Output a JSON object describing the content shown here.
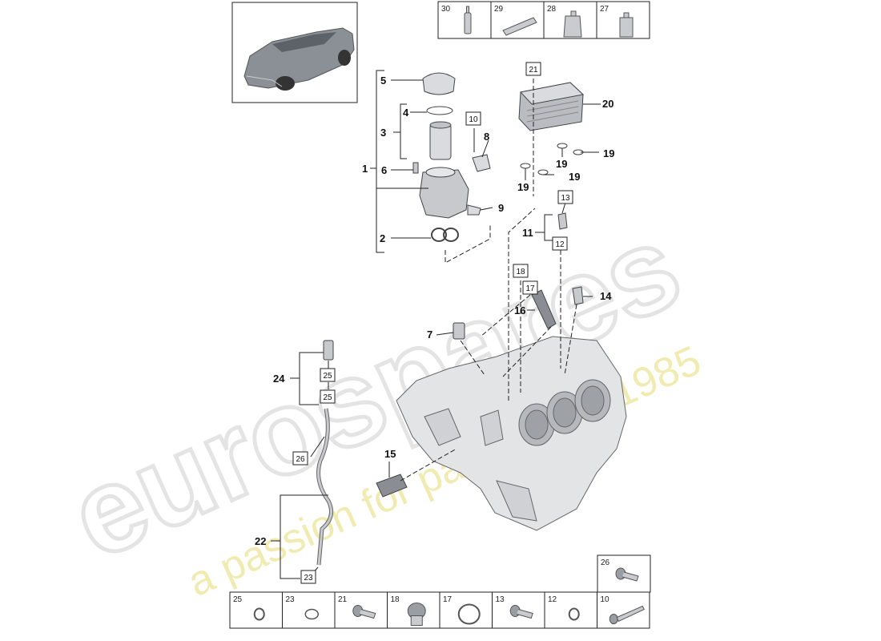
{
  "watermark": {
    "brand": "eurospares",
    "tagline": "a passion for parts since 1985",
    "color_brand": "#e6e6e6",
    "color_tagline": "#efe9a8"
  },
  "colors": {
    "line": "#222222",
    "part_fill": "#d9dbde",
    "part_dark": "#8a8e94"
  },
  "top_strip": [
    {
      "num": "30",
      "icon": "grease-gun-icon"
    },
    {
      "num": "29",
      "icon": "tube-icon"
    },
    {
      "num": "28",
      "icon": "oil-can-icon"
    },
    {
      "num": "27",
      "icon": "bottle-icon"
    }
  ],
  "bottom_strip": [
    {
      "num": "25",
      "icon": "seal-ring-icon"
    },
    {
      "num": "23",
      "icon": "o-ring-icon"
    },
    {
      "num": "21",
      "icon": "bolt-icon"
    },
    {
      "num": "18",
      "icon": "plug-icon"
    },
    {
      "num": "17",
      "icon": "o-ring-large-icon"
    },
    {
      "num": "13",
      "icon": "bolt-icon"
    },
    {
      "num": "12",
      "icon": "seal-ring-icon"
    },
    {
      "num": "10",
      "icon": "long-bolt-icon"
    }
  ],
  "side_strip": {
    "num": "26",
    "icon": "bolt-icon"
  },
  "callouts": [
    {
      "text": "1"
    },
    {
      "text": "2"
    },
    {
      "text": "3"
    },
    {
      "text": "4"
    },
    {
      "text": "5"
    },
    {
      "text": "6"
    },
    {
      "text": "7"
    },
    {
      "text": "8"
    },
    {
      "text": "9"
    },
    {
      "text": "11"
    },
    {
      "text": "14"
    },
    {
      "text": "15"
    },
    {
      "text": "16"
    },
    {
      "text": "19"
    },
    {
      "text": "19"
    },
    {
      "text": "19"
    },
    {
      "text": "19"
    },
    {
      "text": "20"
    },
    {
      "text": "22"
    },
    {
      "text": "24"
    }
  ],
  "boxed_callouts": [
    {
      "text": "10"
    },
    {
      "text": "21"
    },
    {
      "text": "13"
    },
    {
      "text": "12"
    },
    {
      "text": "18"
    },
    {
      "text": "17"
    },
    {
      "text": "25"
    },
    {
      "text": "25"
    },
    {
      "text": "26"
    },
    {
      "text": "23"
    }
  ]
}
